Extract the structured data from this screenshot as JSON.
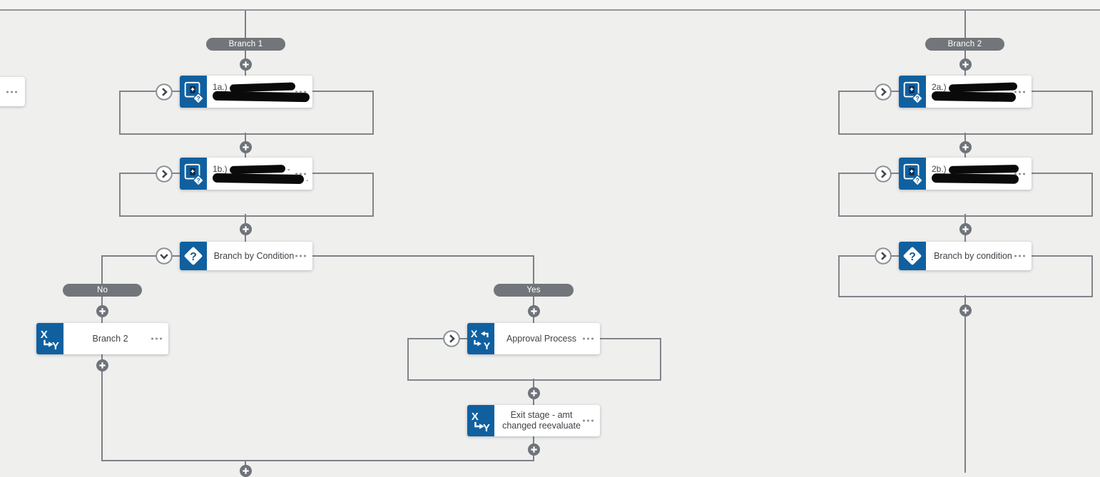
{
  "workflow": {
    "branch1": {
      "pill": "Branch 1",
      "node_1a": {
        "prefix": "1a.)"
      },
      "node_1b": {
        "prefix": "1b.)",
        "suffix_line1": "-",
        "suffix_line2": "."
      },
      "condition": {
        "title": "Branch by Condition"
      },
      "no_pill": "No",
      "yes_pill": "Yes",
      "goto_branch2": {
        "title": "Branch 2"
      },
      "approval": {
        "title": "Approval Process"
      },
      "exit_stage": {
        "title": "Exit stage - amt changed reevaluate"
      }
    },
    "branch2": {
      "pill": "Branch 2",
      "node_2a": {
        "prefix": "2a.)"
      },
      "node_2b": {
        "prefix": "2b.)"
      },
      "condition": {
        "title": "Branch by condition"
      }
    }
  },
  "icons": {
    "action_question": "action-with-question-badge-icon",
    "branch_condition": "diamond-question-icon",
    "goto_stage": "x-to-y-arrow-icon",
    "approval_loop": "x-y-swap-arrows-icon",
    "plus": "add-plus-icon",
    "chevron_right": "chevron-right-icon",
    "chevron_down": "chevron-down-icon",
    "menu": "ellipsis-menu-icon"
  },
  "colors": {
    "canvas": "#efefee",
    "icon_blue": "#1060a0",
    "line_gray": "#7b8085",
    "pill_gray": "#72767b",
    "card_white": "#ffffff"
  }
}
